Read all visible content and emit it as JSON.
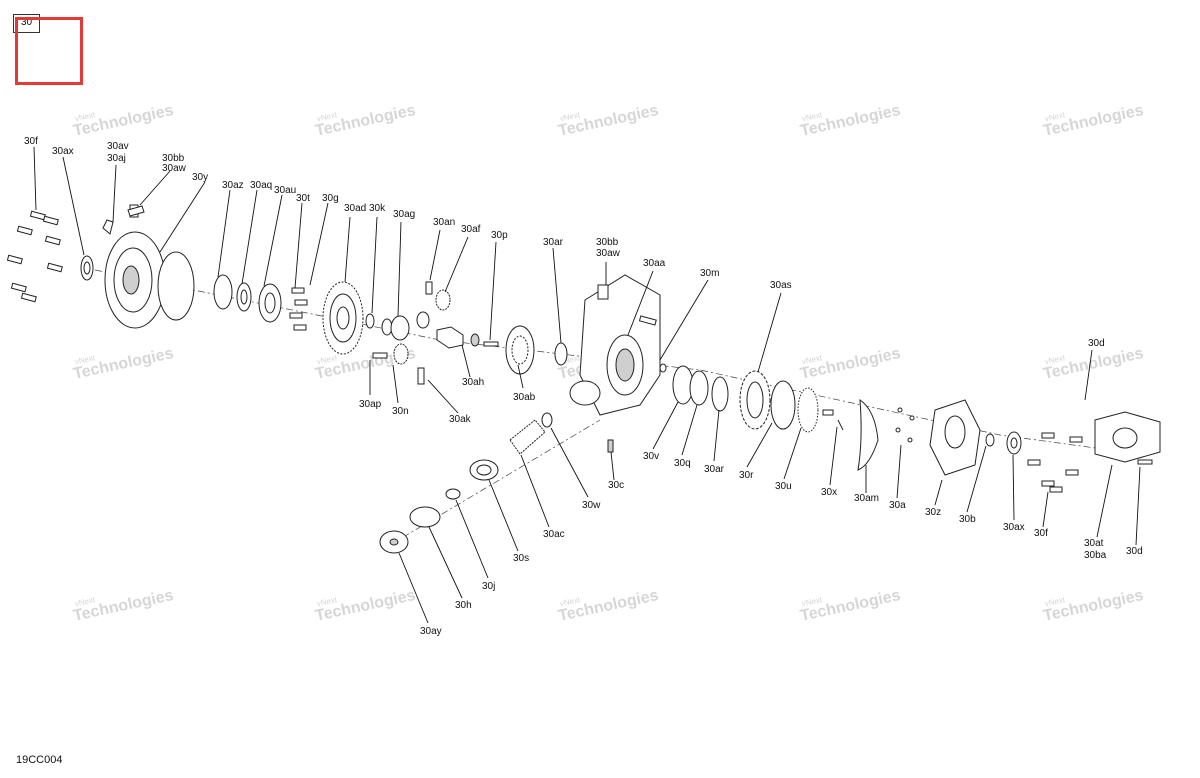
{
  "sheet": {
    "tag": "30",
    "figure_code": "19CC004"
  },
  "watermark": {
    "text": "vNext Technologies",
    "color": "#cfcfcf"
  },
  "selection": {
    "color": "#e53935"
  },
  "callouts": [
    {
      "id": "30f-left",
      "text": "30f"
    },
    {
      "id": "30ax-left",
      "text": "30ax"
    },
    {
      "id": "30av",
      "text": "30av"
    },
    {
      "id": "30aj",
      "text": "30aj"
    },
    {
      "id": "30bb-left",
      "text": "30bb"
    },
    {
      "id": "30aw-left",
      "text": "30aw"
    },
    {
      "id": "30y",
      "text": "30y"
    },
    {
      "id": "30az",
      "text": "30az"
    },
    {
      "id": "30aq",
      "text": "30aq"
    },
    {
      "id": "30au",
      "text": "30au"
    },
    {
      "id": "30t",
      "text": "30t"
    },
    {
      "id": "30g",
      "text": "30g"
    },
    {
      "id": "30ad",
      "text": "30ad"
    },
    {
      "id": "30k",
      "text": "30k"
    },
    {
      "id": "30ag",
      "text": "30ag"
    },
    {
      "id": "30an",
      "text": "30an"
    },
    {
      "id": "30af",
      "text": "30af"
    },
    {
      "id": "30p",
      "text": "30p"
    },
    {
      "id": "30ar-top",
      "text": "30ar"
    },
    {
      "id": "30bb-mid",
      "text": "30bb"
    },
    {
      "id": "30aw-mid",
      "text": "30aw"
    },
    {
      "id": "30aa",
      "text": "30aa"
    },
    {
      "id": "30m",
      "text": "30m"
    },
    {
      "id": "30as",
      "text": "30as"
    },
    {
      "id": "30d-top",
      "text": "30d"
    },
    {
      "id": "30ap",
      "text": "30ap"
    },
    {
      "id": "30n",
      "text": "30n"
    },
    {
      "id": "30ak",
      "text": "30ak"
    },
    {
      "id": "30ah",
      "text": "30ah"
    },
    {
      "id": "30ab",
      "text": "30ab"
    },
    {
      "id": "30c",
      "text": "30c"
    },
    {
      "id": "30w",
      "text": "30w"
    },
    {
      "id": "30ac",
      "text": "30ac"
    },
    {
      "id": "30s",
      "text": "30s"
    },
    {
      "id": "30j",
      "text": "30j"
    },
    {
      "id": "30h",
      "text": "30h"
    },
    {
      "id": "30ay",
      "text": "30ay"
    },
    {
      "id": "30v",
      "text": "30v"
    },
    {
      "id": "30q",
      "text": "30q"
    },
    {
      "id": "30ar-bottom",
      "text": "30ar"
    },
    {
      "id": "30r",
      "text": "30r"
    },
    {
      "id": "30u",
      "text": "30u"
    },
    {
      "id": "30x",
      "text": "30x"
    },
    {
      "id": "30am",
      "text": "30am"
    },
    {
      "id": "30a",
      "text": "30a"
    },
    {
      "id": "30z",
      "text": "30z"
    },
    {
      "id": "30b",
      "text": "30b"
    },
    {
      "id": "30ax-right",
      "text": "30ax"
    },
    {
      "id": "30f-right",
      "text": "30f"
    },
    {
      "id": "30at",
      "text": "30at"
    },
    {
      "id": "30ba",
      "text": "30ba"
    },
    {
      "id": "30d-bottom",
      "text": "30d"
    }
  ]
}
